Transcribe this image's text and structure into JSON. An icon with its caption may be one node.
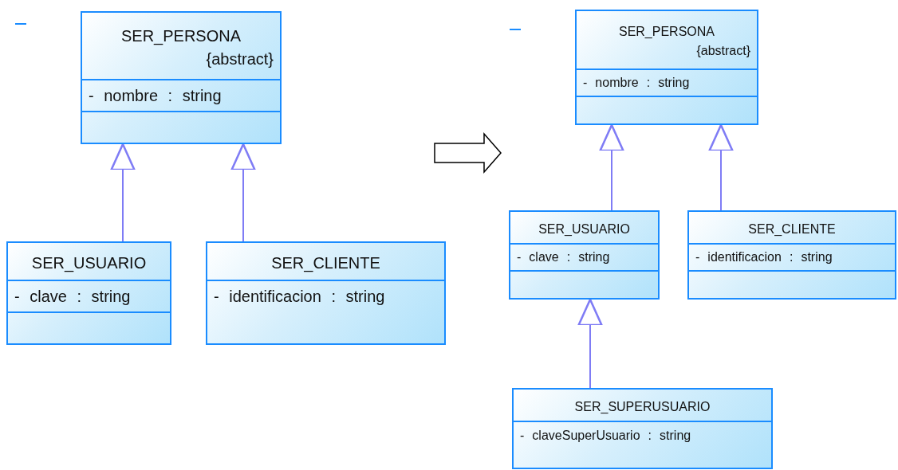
{
  "diagram": {
    "nodes": [
      {
        "text": [
          "SER_PERSONA",
          "{abstract}",
          "- nombre : string"
        ]
      },
      {
        "text": [
          "SER_USUARIO",
          "- clave : string"
        ]
      },
      {
        "text": [
          "SER_CLIENTE",
          "- identificacion : string"
        ]
      },
      {
        "text": [
          "SER_PERSONA",
          "{abstract}",
          "- nombre : string"
        ]
      },
      {
        "text": [
          "SER_USUARIO",
          "- clave : string"
        ]
      },
      {
        "text": [
          "SER_CLIENTE",
          "- identificacion : string"
        ]
      },
      {
        "text": [
          "SER_SUPERUSUARIO",
          "- claveSuperUsuario : string"
        ]
      }
    ],
    "edges": [
      {
        "from": 1,
        "to": 0,
        "arrow": "to"
      },
      {
        "from": 2,
        "to": 0,
        "arrow": "to"
      },
      {
        "from": 4,
        "to": 3,
        "arrow": "to"
      },
      {
        "from": 5,
        "to": 3,
        "arrow": "to"
      },
      {
        "from": 6,
        "to": 4,
        "arrow": "to"
      }
    ]
  }
}
